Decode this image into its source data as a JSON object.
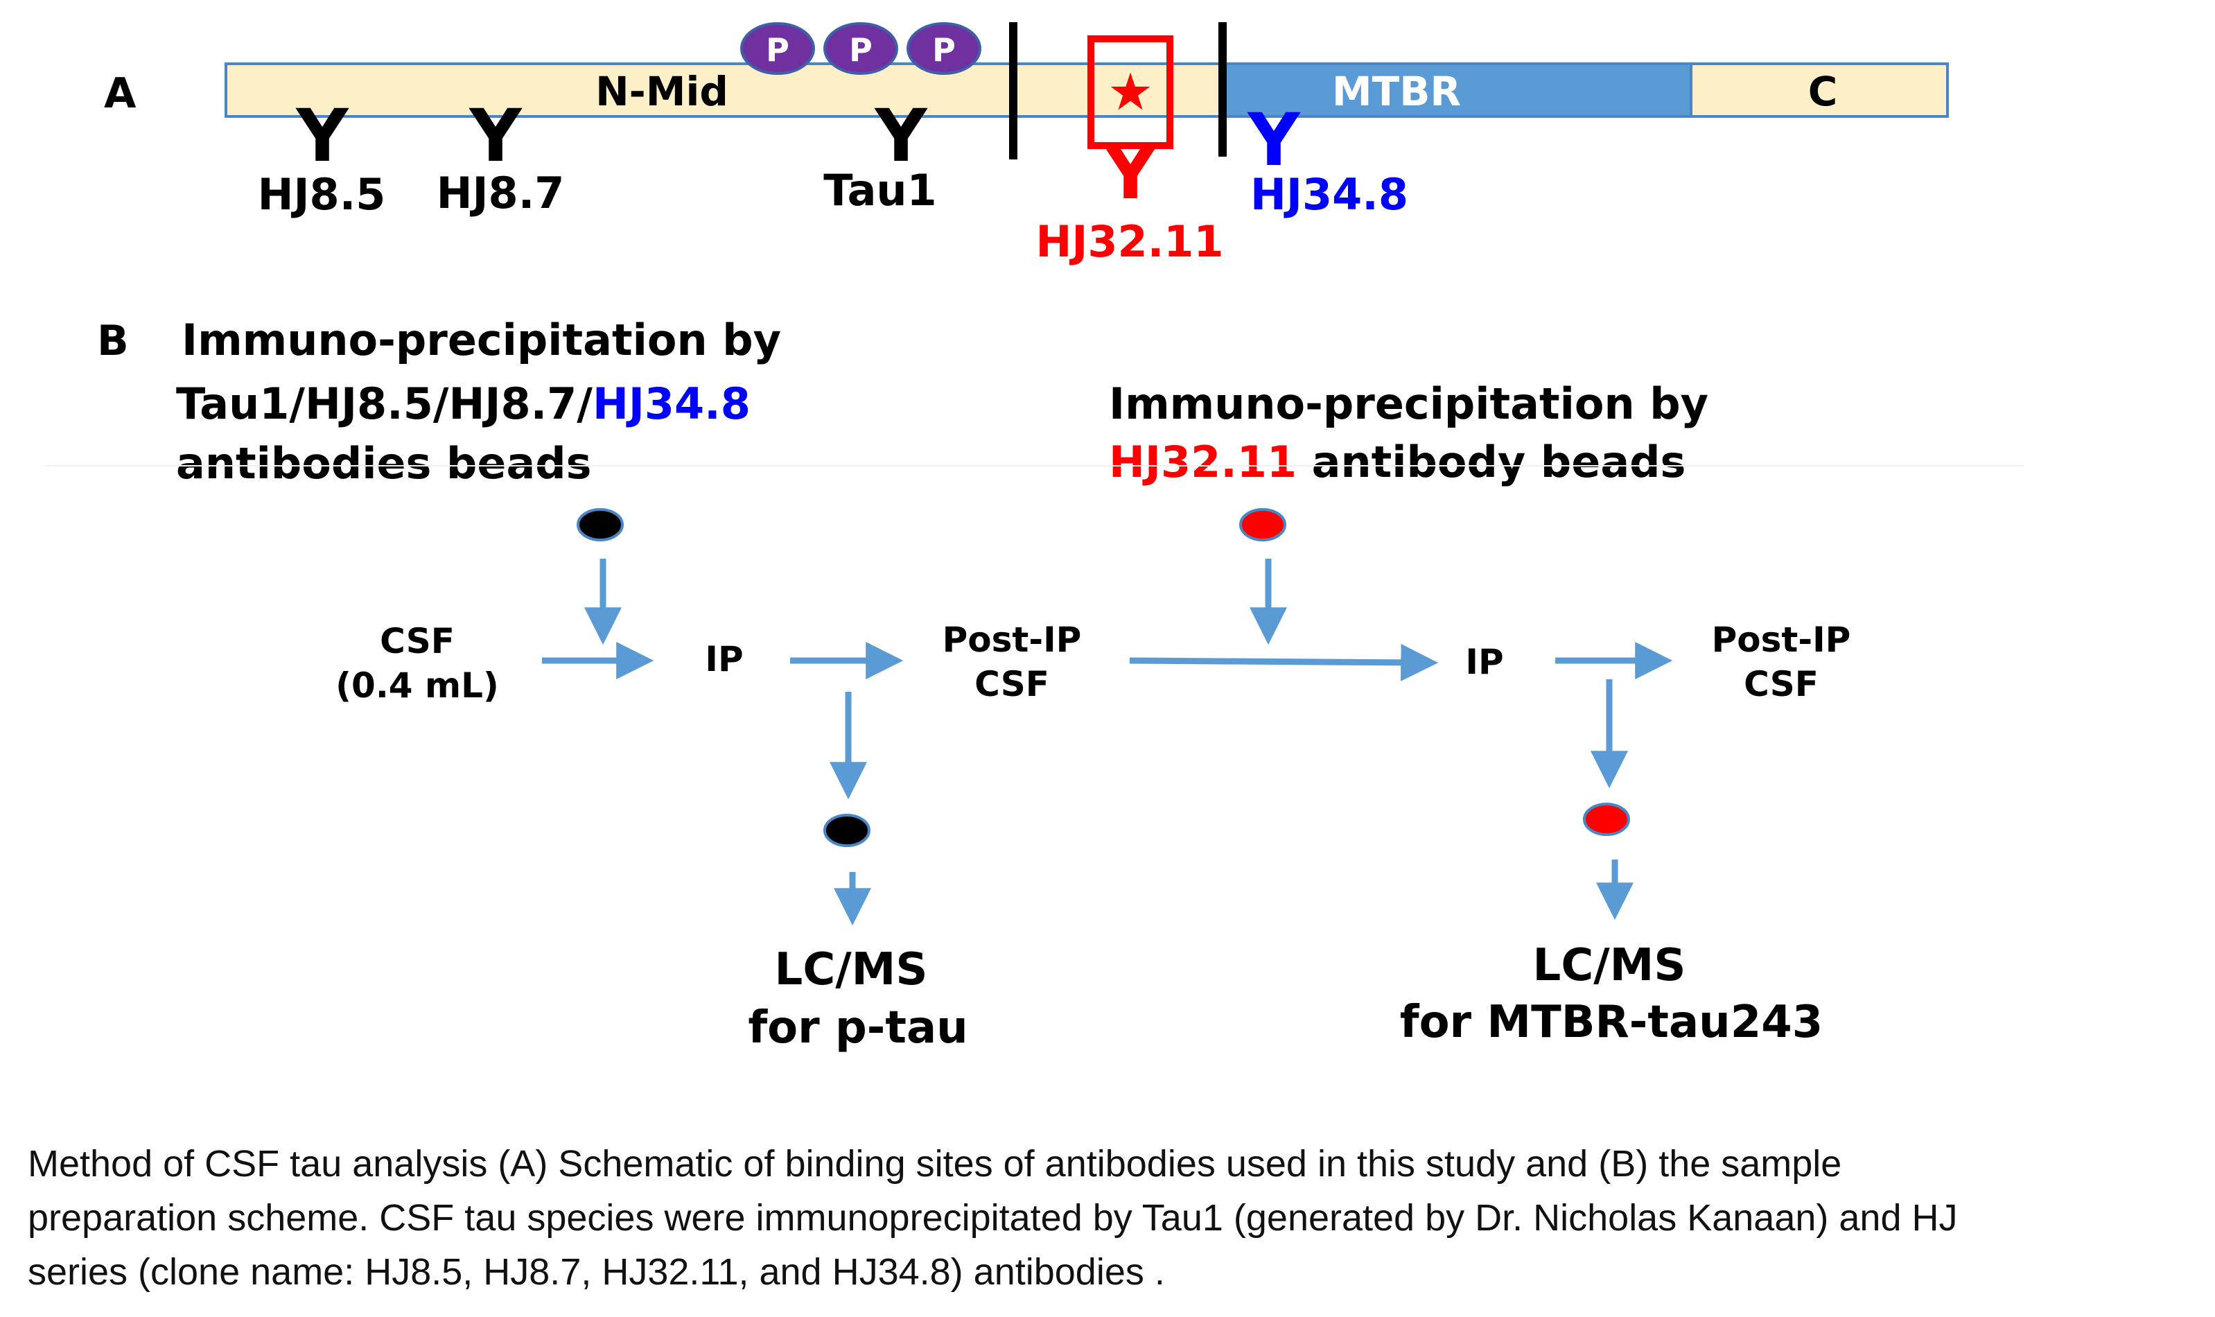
{
  "colors": {
    "bar_fill": "#fdf0c9",
    "bar_border": "#4a86c5",
    "mtbr_fill": "#5b9bd5",
    "arrow": "#5b9bd5",
    "phospho": "#7030a0",
    "red": "#ff0000",
    "blue": "#0000ff",
    "black": "#000000"
  },
  "panel_a": {
    "label": "A",
    "regions": {
      "nmid": "N-Mid",
      "mtbr": "MTBR",
      "c": "C"
    },
    "phospho_label": "P",
    "antibody_glyph": "Y",
    "antibodies": {
      "hj85": "HJ8.5",
      "hj87": "HJ8.7",
      "tau1": "Tau1",
      "hj3211": "HJ32.11",
      "hj348": "HJ34.8"
    },
    "star_glyph": "★"
  },
  "panel_b": {
    "label": "B",
    "left_title": {
      "line1": "Immuno-precipitation by",
      "line2_black": "Tau1/HJ8.5/HJ8.7/",
      "line2_blue": "HJ34.8",
      "line3": "antibodies beads"
    },
    "right_title": {
      "line1": "Immuno-precipitation by",
      "line2_red": "HJ32.11",
      "line2_rest": " antibody beads"
    },
    "csf_line1": "CSF",
    "csf_line2": "(0.4 mL)",
    "ip": "IP",
    "post_ip_line1": "Post-IP",
    "post_ip_line2": "CSF",
    "lcms": "LC/MS",
    "for_ptau": "for p-tau",
    "for_mtbr": "for MTBR-tau243"
  },
  "caption": {
    "line1": "Method of CSF tau analysis (A) Schematic of binding sites of antibodies used in this study and (B) the sample",
    "line2": "preparation scheme. CSF tau species were immunoprecipitated by Tau1 (generated by Dr. Nicholas Kanaan) and HJ",
    "line3": "series (clone name: HJ8.5, HJ8.7, HJ32.11, and HJ34.8) antibodies ."
  }
}
